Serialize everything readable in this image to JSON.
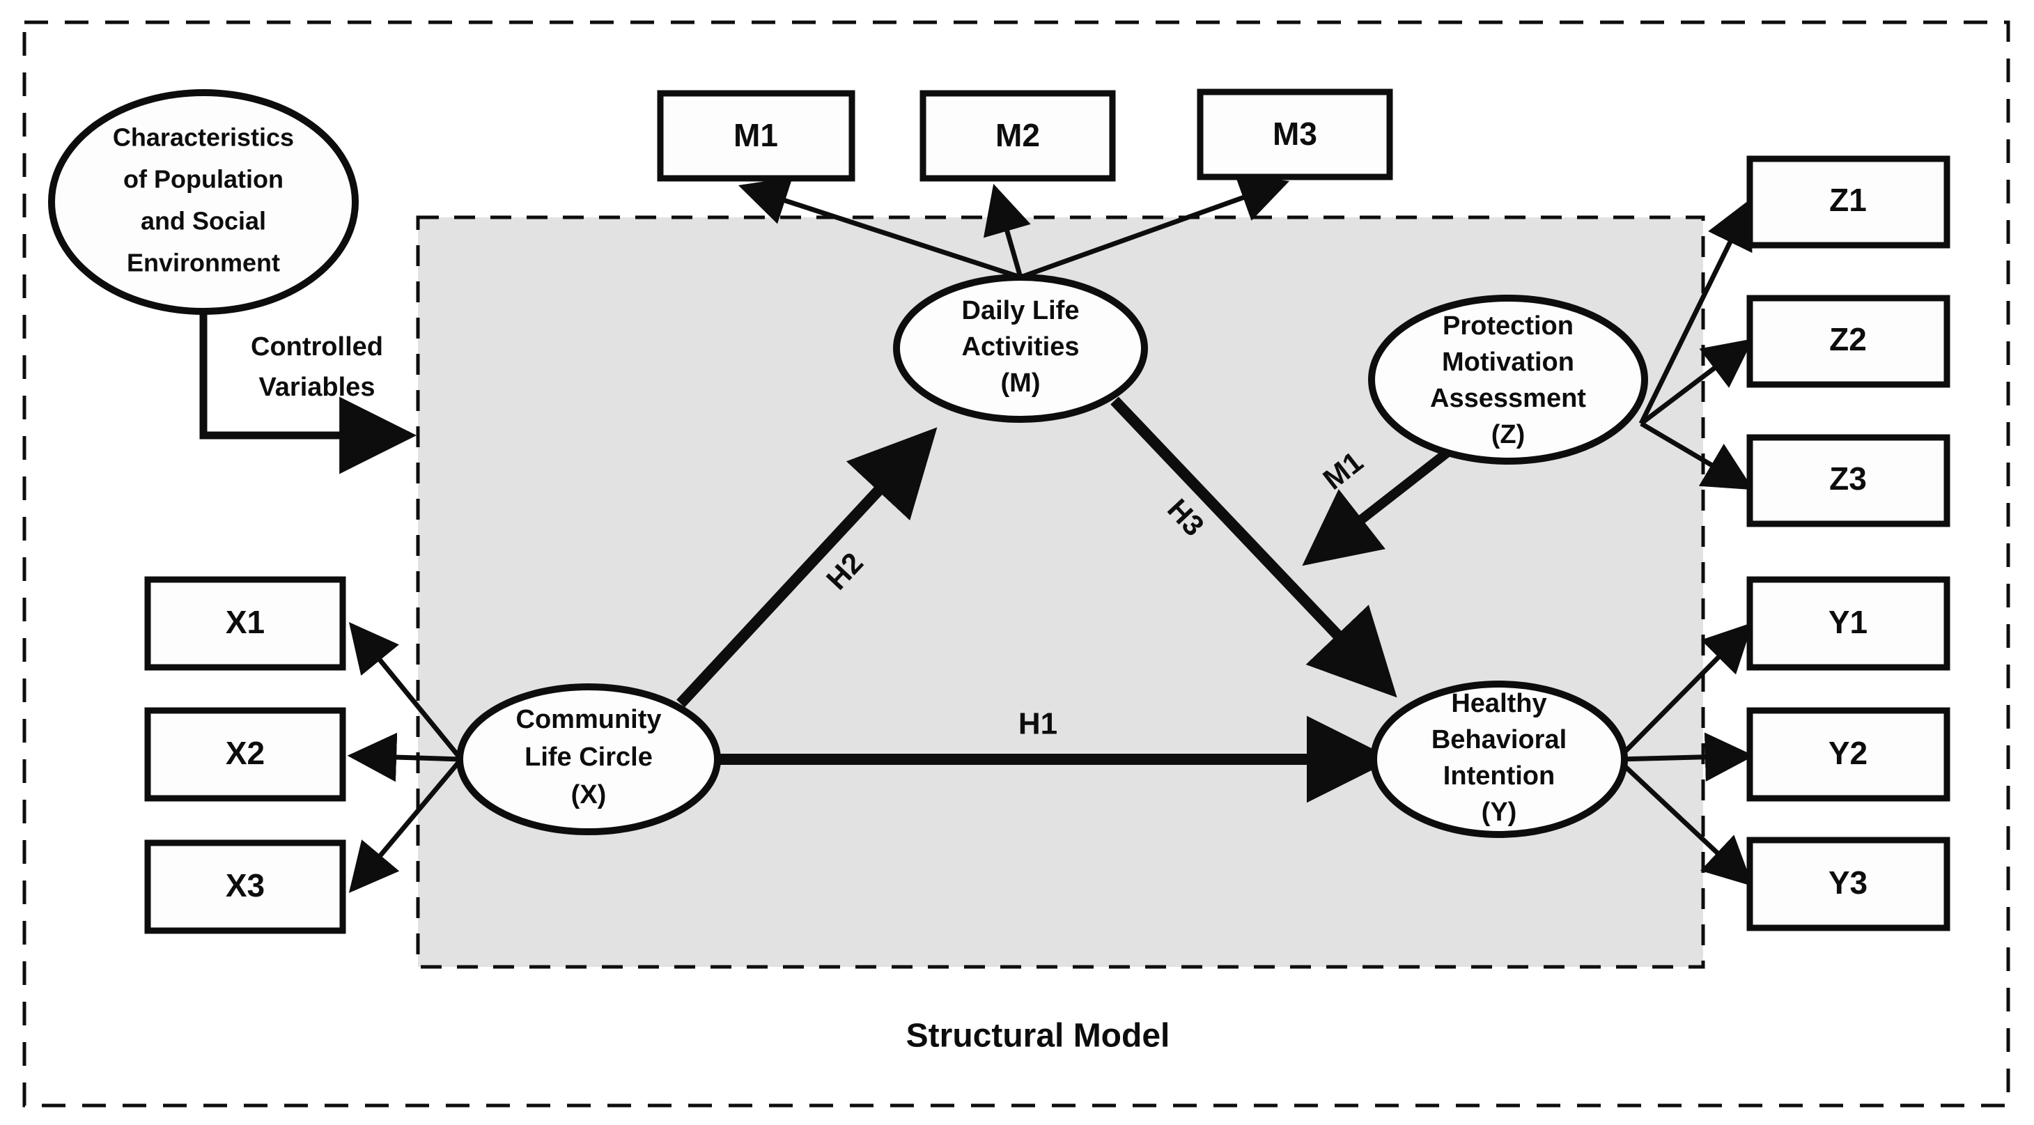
{
  "figure": {
    "caption": "Structural Model",
    "colors": {
      "stroke": "#0d0d0d",
      "shape_fill": "#fdfdfd",
      "structural_region_fill": "#e2e2e2",
      "page_background": "#ffffff"
    }
  },
  "outer_frame": {
    "name": "overall-model-frame",
    "style": "dashed"
  },
  "structural_region": {
    "name": "structural-model-region",
    "style": "dashed",
    "fill": "#e2e2e2",
    "label": "Structural Model"
  },
  "latent_variables": [
    {
      "id": "X",
      "name": "community-life-circle",
      "lines": [
        "Community",
        "Life Circle",
        "(X)"
      ],
      "shape": "ellipse",
      "inside_structural_region": true
    },
    {
      "id": "M",
      "name": "daily-life-activities",
      "lines": [
        "Daily Life",
        "Activities",
        "(M)"
      ],
      "shape": "ellipse",
      "inside_structural_region": true
    },
    {
      "id": "Y",
      "name": "healthy-behavioral-intention",
      "lines": [
        "Healthy",
        "Behavioral",
        "Intention",
        "(Y)"
      ],
      "shape": "ellipse",
      "inside_structural_region": true
    },
    {
      "id": "Z",
      "name": "protection-motivation-assessment",
      "lines": [
        "Protection",
        "Motivation",
        "Assessment",
        "(Z)"
      ],
      "shape": "ellipse",
      "inside_structural_region": true
    },
    {
      "id": "C",
      "name": "characteristics-of-population-and-social-environment",
      "lines": [
        "Characteristics",
        "of Population",
        "and Social",
        "Environment"
      ],
      "shape": "ellipse",
      "inside_structural_region": false
    }
  ],
  "indicators": {
    "M": [
      "M1",
      "M2",
      "M3"
    ],
    "X": [
      "X1",
      "X2",
      "X3"
    ],
    "Y": [
      "Y1",
      "Y2",
      "Y3"
    ],
    "Z": [
      "Z1",
      "Z2",
      "Z3"
    ]
  },
  "path_labels": {
    "h1": "H1",
    "h2": "H2",
    "h3": "H3",
    "moderator": "M1",
    "controlled": [
      "Controlled",
      "Variables"
    ]
  },
  "relationships": [
    {
      "from": "X",
      "to": "Y",
      "label": "H1"
    },
    {
      "from": "X",
      "to": "M",
      "label": "H2"
    },
    {
      "from": "M",
      "to": "Y",
      "label": "H3"
    },
    {
      "from": "Z",
      "to": "H3 path",
      "label": "M1"
    },
    {
      "from": "C",
      "to": "Structural Model",
      "label": "Controlled Variables"
    }
  ]
}
